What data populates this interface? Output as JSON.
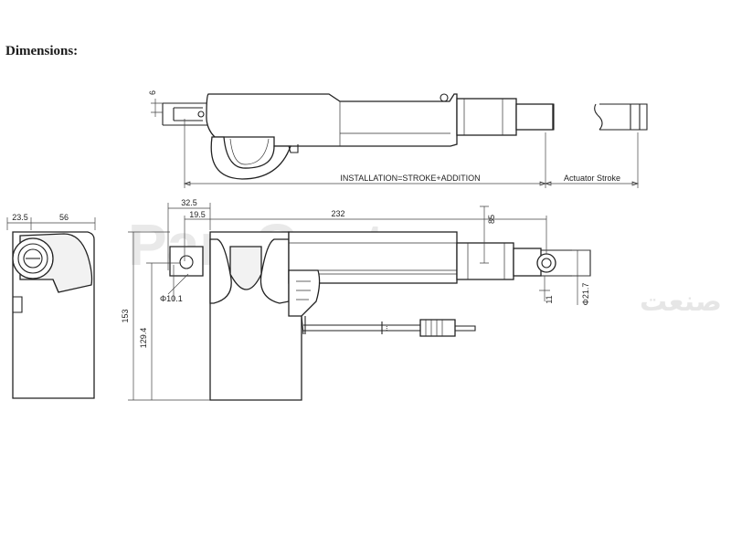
{
  "page": {
    "heading": "Dimensions:"
  },
  "watermark": {
    "brand": "ParsCenter",
    "subtitle": "فنی و مهندسی رهپویش صنعت"
  },
  "dimensions": {
    "top_height": "6",
    "installation": "INSTALLATION=STROKE+ADDITION",
    "actuator_stroke": "Actuator Stroke",
    "side_depth": "23.5",
    "side_width": "56",
    "offset_a": "32.5",
    "offset_b": "19.5",
    "body_length": "232",
    "rod_gap": "85",
    "hole_dia": "Φ10.1",
    "total_height": "153",
    "height_b": "129.4",
    "rod_end": "11",
    "rod_dia": "Φ21.7"
  }
}
